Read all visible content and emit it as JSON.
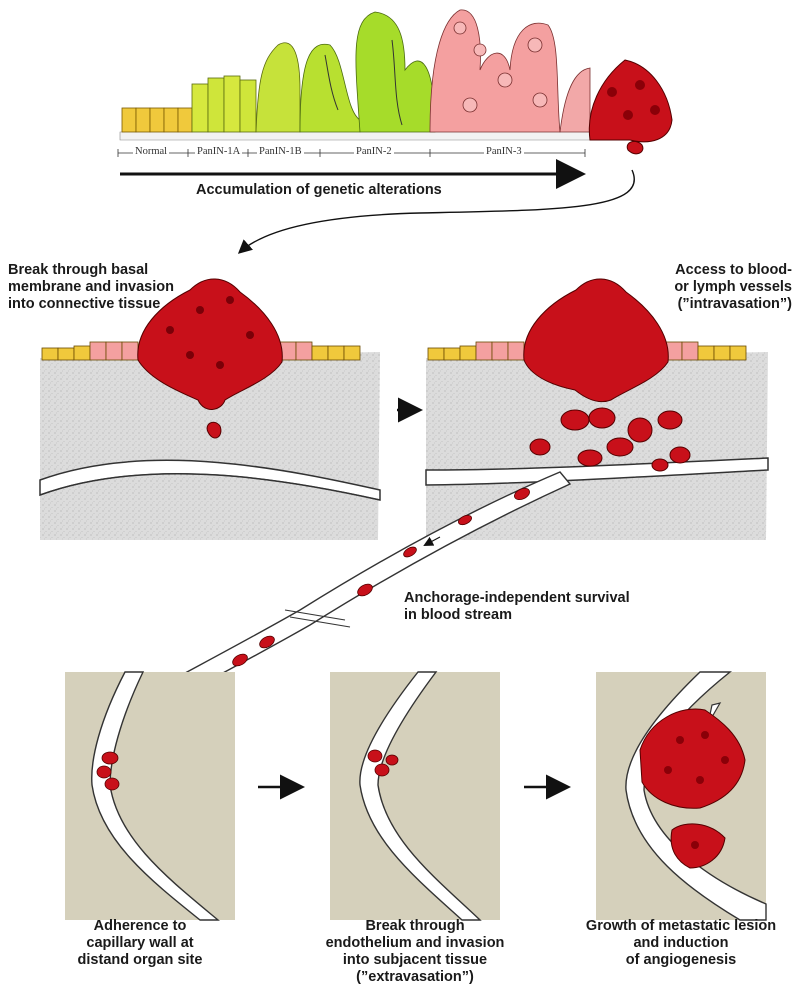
{
  "stages": [
    "Normal",
    "PanIN-1A",
    "PanIN-1B",
    "PanIN-2",
    "PanIN-3"
  ],
  "labels": {
    "accumulation": "Accumulation of genetic alterations",
    "invasion": [
      "Break through basal",
      "membrane and invasion",
      "into connective tissue"
    ],
    "intravasation": [
      "Access to blood-",
      "or lymph vessels",
      "(”intravasation”)"
    ],
    "survival": [
      "Anchorage-independent survival",
      "in blood stream"
    ],
    "adherence": [
      "Adherence to",
      "capillary wall at",
      "distand organ site"
    ],
    "extravasation": [
      "Break through",
      "endothelium and invasion",
      "into subjacent tissue",
      "(”extravasation”)"
    ],
    "growth": [
      "Growth of metastatic lesion",
      "and induction",
      "of angiogenesis"
    ]
  },
  "colors": {
    "normal": "#f0c93c",
    "panin1": "#c8e43a",
    "panin2": "#a6dc2a",
    "panin3": "#f4a0a0",
    "tumor": "#c8101a",
    "tissue": "#d8d8d8",
    "organ": "#d5d0bb",
    "vessel_edge": "#3a3a55"
  }
}
